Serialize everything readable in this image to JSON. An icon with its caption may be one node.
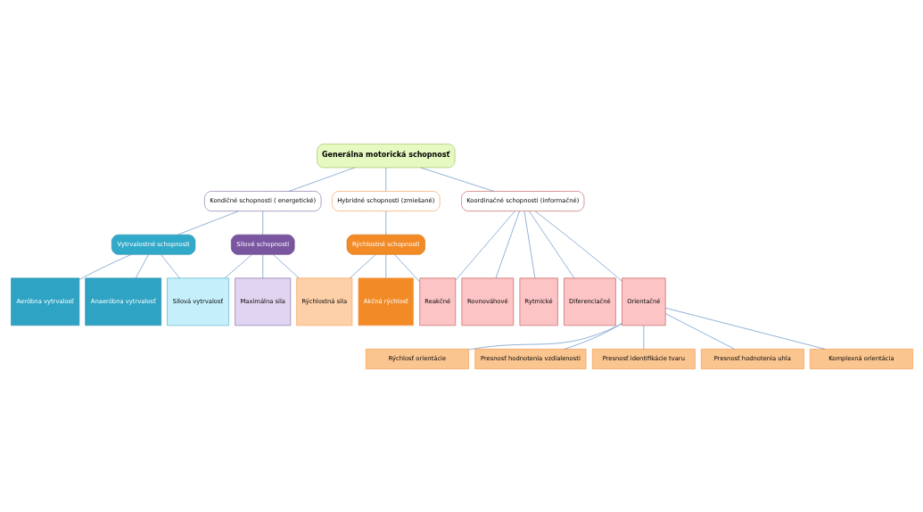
{
  "diagram": {
    "nodes": [
      {
        "text": [
          "Generálna motorická schopnosť"
        ]
      },
      {
        "text": [
          "Kondičné schopnosti ( energetické)"
        ]
      },
      {
        "text": [
          "Hybridné schopnosti (zmiešané)"
        ]
      },
      {
        "text": [
          "Koordinačné schopnosti (informačné)"
        ]
      },
      {
        "text": [
          "Vytrvalostné schopnosti"
        ]
      },
      {
        "text": [
          "Silové schopnosti"
        ]
      },
      {
        "text": [
          "Rýchlostné schopnosti"
        ]
      },
      {
        "text": [
          "Aeróbna vytrvalosť"
        ]
      },
      {
        "text": [
          "Anaeróbna vytrvalosť"
        ]
      },
      {
        "text": [
          "Silová vytrvalosť"
        ]
      },
      {
        "text": [
          "Maximálna sila"
        ]
      },
      {
        "text": [
          "Rýchlostná sila"
        ]
      },
      {
        "text": [
          "Akčná rýchlosť"
        ]
      },
      {
        "text": [
          "Reakčné"
        ]
      },
      {
        "text": [
          "Rovnováhové"
        ]
      },
      {
        "text": [
          "Rytmické"
        ]
      },
      {
        "text": [
          "Diferenciačné"
        ]
      },
      {
        "text": [
          "Orientačné"
        ]
      },
      {
        "text": [
          "Rýchlosť orientácie"
        ]
      },
      {
        "text": [
          "Presnosť hodnotenia vzdialenosti"
        ]
      },
      {
        "text": [
          "Presnosť identifikácie tvaru"
        ]
      },
      {
        "text": [
          "Presnosť hodnotenia uhla"
        ]
      },
      {
        "text": [
          "Komplexná orientácia"
        ]
      }
    ],
    "edges": [
      {
        "from": 0,
        "to": 1,
        "arrow": "none"
      },
      {
        "from": 0,
        "to": 2,
        "arrow": "none"
      },
      {
        "from": 0,
        "to": 3,
        "arrow": "none"
      },
      {
        "from": 1,
        "to": 4,
        "arrow": "none"
      },
      {
        "from": 1,
        "to": 5,
        "arrow": "none"
      },
      {
        "from": 2,
        "to": 6,
        "arrow": "none"
      },
      {
        "from": 4,
        "to": 7,
        "arrow": "none"
      },
      {
        "from": 4,
        "to": 8,
        "arrow": "none"
      },
      {
        "from": 4,
        "to": 9,
        "arrow": "none"
      },
      {
        "from": 5,
        "to": 9,
        "arrow": "none"
      },
      {
        "from": 5,
        "to": 10,
        "arrow": "none"
      },
      {
        "from": 5,
        "to": 11,
        "arrow": "none"
      },
      {
        "from": 6,
        "to": 11,
        "arrow": "none"
      },
      {
        "from": 6,
        "to": 12,
        "arrow": "none"
      },
      {
        "from": 6,
        "to": 13,
        "arrow": "none"
      },
      {
        "from": 3,
        "to": 13,
        "arrow": "none"
      },
      {
        "from": 3,
        "to": 14,
        "arrow": "none"
      },
      {
        "from": 3,
        "to": 15,
        "arrow": "none"
      },
      {
        "from": 3,
        "to": 16,
        "arrow": "none"
      },
      {
        "from": 3,
        "to": 17,
        "arrow": "none"
      },
      {
        "from": 17,
        "to": 18,
        "arrow": "none"
      },
      {
        "from": 17,
        "to": 19,
        "arrow": "none"
      },
      {
        "from": 17,
        "to": 20,
        "arrow": "none"
      },
      {
        "from": 17,
        "to": 21,
        "arrow": "none"
      },
      {
        "from": 17,
        "to": 22,
        "arrow": "none"
      }
    ]
  }
}
